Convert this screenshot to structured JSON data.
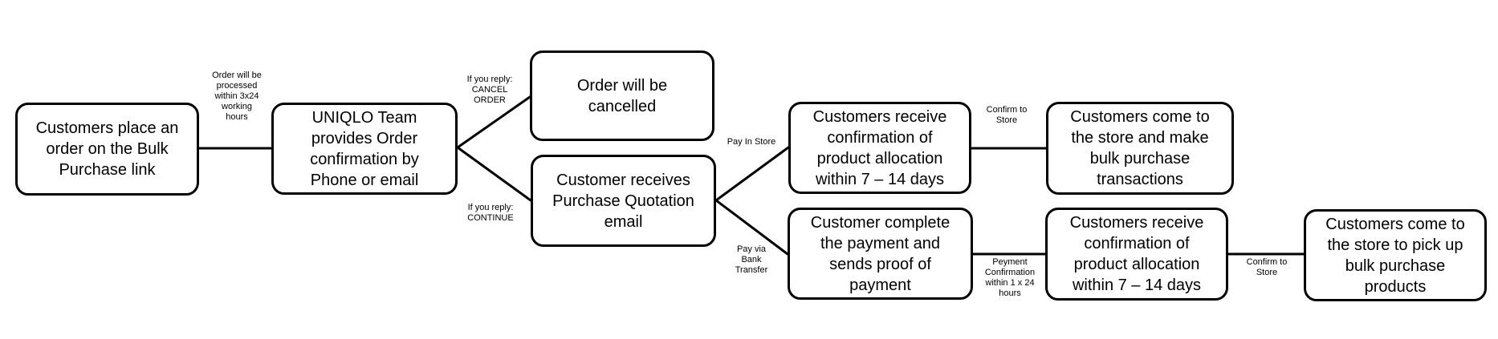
{
  "diagram": {
    "type": "flowchart",
    "colors": {
      "background": "#ffffff",
      "stroke": "#000000",
      "text": "#000000"
    },
    "nodes": [
      {
        "id": "place-order",
        "text": "Customers place an\norder on the Bulk\nPurchase link"
      },
      {
        "id": "uniqlo-confirmation",
        "text": "UNIQLO Team\nprovides Order\nconfirmation by\nPhone or email"
      },
      {
        "id": "order-cancelled",
        "text": "Order will be\ncancelled"
      },
      {
        "id": "purchase-quotation-email",
        "text": "Customer receives\nPurchase Quotation\nemail"
      },
      {
        "id": "allocation-confirmation-store",
        "text": "Customers receive\nconfirmation of\nproduct allocation\nwithin 7 – 14 days"
      },
      {
        "id": "complete-payment",
        "text": "Customer complete\nthe payment and\nsends proof of\npayment"
      },
      {
        "id": "store-bulk-transaction",
        "text": "Customers come to\nthe store and make\nbulk purchase\ntransactions"
      },
      {
        "id": "allocation-confirmation-transfer",
        "text": "Customers receive\nconfirmation of\nproduct allocation\nwithin 7 – 14 days"
      },
      {
        "id": "store-pickup",
        "text": "Customers come to\nthe store to pick up\nbulk purchase\nproducts"
      }
    ],
    "edges": [
      {
        "from": "place-order",
        "to": "uniqlo-confirmation",
        "label": "Order will be\nprocessed\nwithin 3x24\nworking\nhours"
      },
      {
        "from": "uniqlo-confirmation",
        "to": "order-cancelled",
        "label": "If you reply:\nCANCEL\nORDER"
      },
      {
        "from": "uniqlo-confirmation",
        "to": "purchase-quotation-email",
        "label": "If you reply:\nCONTINUE"
      },
      {
        "from": "purchase-quotation-email",
        "to": "allocation-confirmation-store",
        "label": "Pay In Store"
      },
      {
        "from": "purchase-quotation-email",
        "to": "complete-payment",
        "label": "Pay via\nBank\nTransfer"
      },
      {
        "from": "allocation-confirmation-store",
        "to": "store-bulk-transaction",
        "label": "Confirm to\nStore"
      },
      {
        "from": "complete-payment",
        "to": "allocation-confirmation-transfer",
        "label": "Peyment\nConfirmation\nwithin 1 x 24\nhours"
      },
      {
        "from": "allocation-confirmation-transfer",
        "to": "store-pickup",
        "label": "Confirm to\nStore"
      }
    ]
  }
}
